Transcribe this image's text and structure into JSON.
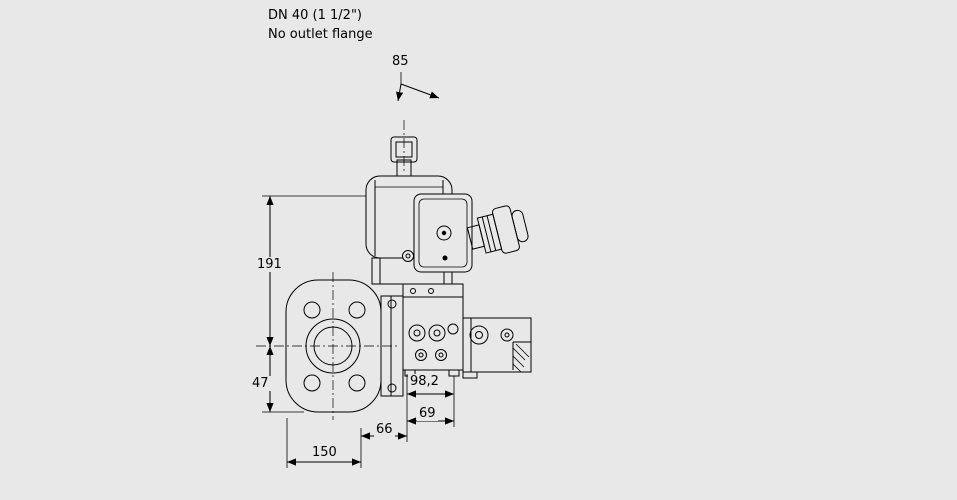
{
  "title": {
    "line1": "DN 40 (1 1/2\")",
    "line2": "No outlet flange"
  },
  "dimensions": {
    "actuator_width": "85",
    "overall_height": "191",
    "flange_center_to_bottom": "47",
    "flange_length": "150",
    "body_length": "66",
    "outlet_length": "69",
    "body_width": "98,2"
  },
  "colors": {
    "background": "#e8e8e8",
    "line_color": "#000000"
  }
}
